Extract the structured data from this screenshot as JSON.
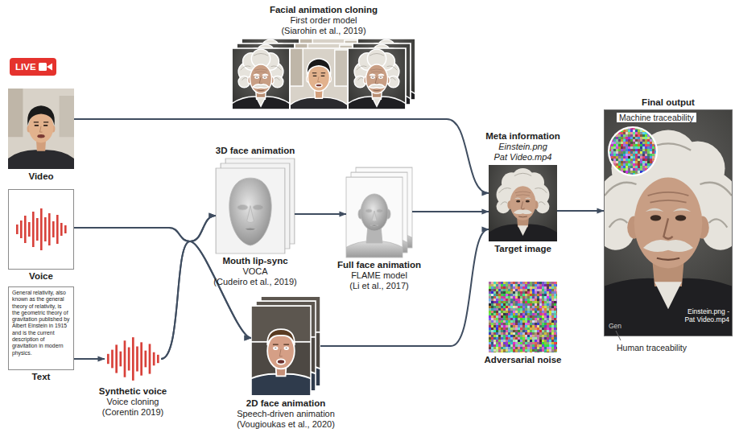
{
  "diagram": {
    "nodes": [
      {
        "text": [
          "Facial animation cloning",
          "First order model",
          "(Siarohin et al., 2019)"
        ]
      },
      {
        "text": [
          "LIVE"
        ]
      },
      {
        "text": [
          "Video"
        ]
      },
      {
        "text": [
          "Voice"
        ]
      },
      {
        "text": [
          "General relativity, also known as the general theory of relativity, is the geometric theory of gravitation published by Albert Einstein in 1915 and is the current description of gravitation in modern physics.",
          "Text"
        ]
      },
      {
        "text": [
          "Synthetic voice",
          "Voice cloning",
          "(Corentin 2019)"
        ]
      },
      {
        "text": [
          "3D face animation",
          "Mouth lip-sync",
          "VOCA",
          "(Cudeiro et al., 2019)"
        ]
      },
      {
        "text": [
          "Full face animation",
          "FLAME model",
          "(Li et al., 2017)"
        ]
      },
      {
        "text": [
          "2D face animation",
          "Speech-driven animation",
          "(Vougioukas et al., 2020)"
        ]
      },
      {
        "text": [
          "Meta information",
          "Einstein.png",
          "Pat Video.mp4",
          "Target image"
        ]
      },
      {
        "text": [
          "Adversarial noise"
        ]
      },
      {
        "text": [
          "Final output"
        ]
      }
    ],
    "edges": [
      {
        "from": 2,
        "to": 9,
        "arrow": "to"
      },
      {
        "from": 3,
        "to": 6,
        "arrow": "to"
      },
      {
        "from": 3,
        "to": 8,
        "arrow": "to"
      },
      {
        "from": 4,
        "to": 5,
        "arrow": "to"
      },
      {
        "from": 5,
        "to": 6,
        "arrow": "to"
      },
      {
        "from": 5,
        "to": 8,
        "arrow": "to"
      },
      {
        "from": 6,
        "to": 7,
        "arrow": "to"
      },
      {
        "from": 7,
        "to": 9,
        "arrow": "to"
      },
      {
        "from": 8,
        "to": 9,
        "arrow": "to"
      },
      {
        "from": 9,
        "to": 11,
        "arrow": "to"
      }
    ],
    "labels": [
      "Machine traceability",
      "Gen",
      "Einstein.png - Pat Video.mp4",
      "Human traceability"
    ]
  }
}
